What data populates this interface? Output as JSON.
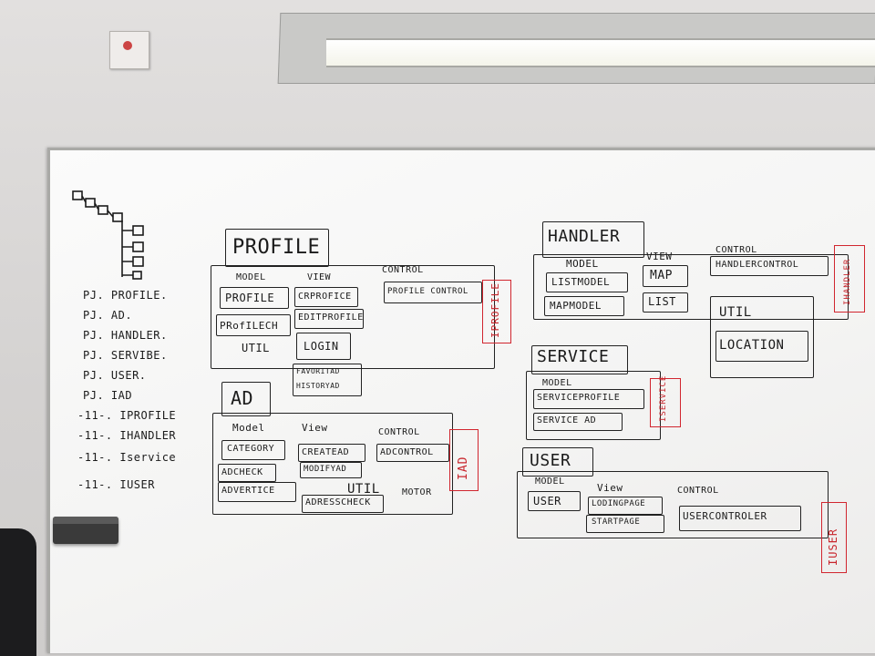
{
  "left_list": [
    "PJ. PROFILE.",
    "PJ. AD.",
    "PJ. HANDLER.",
    "PJ. SERVIBE.",
    "PJ. USER.",
    "PJ. IAD",
    "-11-. IPROFILE",
    "-11-. IHANDLER",
    "-11-. Iservice",
    "-11-. IUSER"
  ],
  "profile": {
    "title": "PROFILE",
    "headers": [
      "MODEL",
      "VIEW",
      "CONTROL"
    ],
    "model": [
      "PROFILE",
      "PRofILECH"
    ],
    "view": [
      "CRPROFICE",
      "EDITPROFILE",
      "LOGIN",
      "FAVORITAD",
      "HISTORYAD"
    ],
    "control": [
      "PROFILE CONTROL"
    ],
    "util": "UTIL",
    "interface": "IPROFILE"
  },
  "ad": {
    "title": "AD",
    "headers": [
      "Model",
      "View",
      "CONTROL"
    ],
    "model": [
      "CATEGORY",
      "ADCHECK",
      "ADVERTICE"
    ],
    "view": [
      "CREATEAD",
      "MODIFYAD"
    ],
    "control": [
      "ADCONTROL"
    ],
    "util": "UTIL",
    "motor": "MOTOR",
    "util_item": "ADRESSCHECK",
    "interface": "IAD"
  },
  "handler": {
    "title": "HANDLER",
    "headers": [
      "MODEL",
      "VIEW",
      "CONTROL"
    ],
    "model": [
      "LISTMODEL",
      "MAPMODEL"
    ],
    "view": [
      "MAP",
      "LIST"
    ],
    "control": [
      "HANDLERCONTROL"
    ],
    "util": "UTIL",
    "util_item": "LOCATION",
    "interface": "IHANDLER"
  },
  "service": {
    "title": "SERVICE",
    "headers": [
      "MODEL"
    ],
    "model": [
      "SERVICEPROFILE",
      "SERVICE AD"
    ],
    "interface": "ISERVICE"
  },
  "user": {
    "title": "USER",
    "headers": [
      "MODEL",
      "View",
      "CONTROL"
    ],
    "model": [
      "USER"
    ],
    "view": [
      "LODINGPAGE",
      "STARTPAGE"
    ],
    "control": [
      "USERCONTROLER"
    ],
    "interface": "IUSER"
  },
  "colors": {
    "marker_black": "#1b1b1b",
    "marker_red": "#c8242b",
    "board": "#f6f6f5",
    "wall": "#d9d7d6"
  }
}
